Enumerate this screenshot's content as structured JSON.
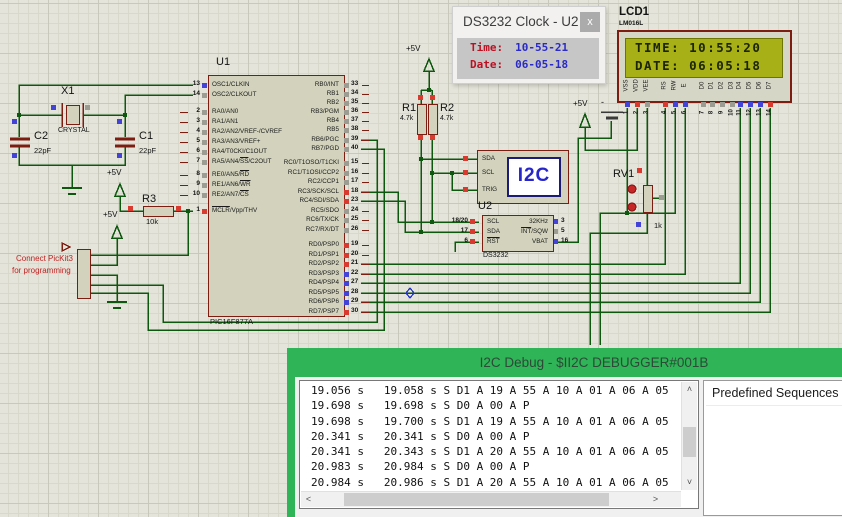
{
  "colors": {
    "wire_green": "#0e570e",
    "component_maroon": "#7d1d12",
    "state_red": "#d83a30",
    "state_blue": "#4343d8",
    "state_gray": "#9c9c93",
    "lcd_screen_green": "#a7b117",
    "debug_titlebar_green": "#2fb457",
    "popup_body_gray": "#c6c6c6"
  },
  "schematic": {
    "power_label": "+5V",
    "battery_minus": "-",
    "note": {
      "line1": "Connect PicKit3",
      "line2": "for programming"
    },
    "u1": {
      "ref": "U1",
      "value": "PIC16F877A",
      "left_pins": [
        {
          "num": "13",
          "label": "OSC1/CLKIN",
          "state": "blue"
        },
        {
          "num": "14",
          "label": "OSC2/CLKOUT",
          "state": "gray"
        },
        {
          "num": "2",
          "label": "RA0/AN0",
          "state": "gray"
        },
        {
          "num": "3",
          "label": "RA1/AN1",
          "state": "gray"
        },
        {
          "num": "4",
          "label": "RA2/AN2/VREF-/CVREF",
          "state": "gray"
        },
        {
          "num": "5",
          "label": "RA3/AN3/VREF+",
          "state": "gray"
        },
        {
          "num": "6",
          "label": "RA4/T0CKI/C1OUT",
          "state": "gray"
        },
        {
          "num": "7",
          "label": "RA5/AN4/~SS/C2OUT",
          "state": "gray"
        },
        {
          "num": "8",
          "label": "RE0/AN5/~RD",
          "state": "gray"
        },
        {
          "num": "9",
          "label": "RE1/AN6/~WR",
          "state": "gray"
        },
        {
          "num": "10",
          "label": "RE2/AN7/~CS",
          "state": "gray"
        },
        {
          "num": "1",
          "label": "~MCLR/Vpp/THV",
          "state": "red"
        }
      ],
      "right_pins": [
        {
          "num": "33",
          "label": "RB0/INT",
          "state": "gray"
        },
        {
          "num": "34",
          "label": "RB1",
          "state": "gray"
        },
        {
          "num": "35",
          "label": "RB2",
          "state": "gray"
        },
        {
          "num": "36",
          "label": "RB3/PGM",
          "state": "gray"
        },
        {
          "num": "37",
          "label": "RB4",
          "state": "gray"
        },
        {
          "num": "38",
          "label": "RB5",
          "state": "gray"
        },
        {
          "num": "39",
          "label": "RB6/PGC",
          "state": "gray"
        },
        {
          "num": "40",
          "label": "RB7/PGD",
          "state": "gray"
        },
        {
          "num": "15",
          "label": "RC0/T1OSO/T1CKI",
          "state": "gray"
        },
        {
          "num": "16",
          "label": "RC1/T1OSI/CCP2",
          "state": "gray"
        },
        {
          "num": "17",
          "label": "RC2/CCP1",
          "state": "gray"
        },
        {
          "num": "18",
          "label": "RC3/SCK/SCL",
          "state": "red"
        },
        {
          "num": "23",
          "label": "RC4/SDI/SDA",
          "state": "red"
        },
        {
          "num": "24",
          "label": "RC5/SDO",
          "state": "gray"
        },
        {
          "num": "25",
          "label": "RC6/TX/CK",
          "state": "gray"
        },
        {
          "num": "26",
          "label": "RC7/RX/DT",
          "state": "gray"
        },
        {
          "num": "19",
          "label": "RD0/PSP0",
          "state": "red"
        },
        {
          "num": "20",
          "label": "RD1/PSP1",
          "state": "red"
        },
        {
          "num": "21",
          "label": "RD2/PSP2",
          "state": "red"
        },
        {
          "num": "22",
          "label": "RD3/PSP3",
          "state": "blue"
        },
        {
          "num": "27",
          "label": "RD4/PSP4",
          "state": "blue"
        },
        {
          "num": "28",
          "label": "RD5/PSP5",
          "state": "blue"
        },
        {
          "num": "29",
          "label": "RD6/PSP6",
          "state": "blue"
        },
        {
          "num": "30",
          "label": "RD7/PSP7",
          "state": "red"
        }
      ]
    },
    "x1": {
      "ref": "X1",
      "value": "CRYSTAL"
    },
    "c2": {
      "ref": "C2",
      "value": "22pF"
    },
    "c1": {
      "ref": "C1",
      "value": "22pF"
    },
    "r3": {
      "ref": "R3",
      "value": "10k"
    },
    "r1": {
      "ref": "R1",
      "value": "4.7k"
    },
    "r2": {
      "ref": "R2",
      "value": "4.7k"
    },
    "rv1": {
      "ref": "RV1",
      "value": "1k"
    },
    "u2": {
      "ref": "U2",
      "value": "DS3232",
      "left_pins": [
        {
          "num": "18/20",
          "label": "SCL",
          "state": "red"
        },
        {
          "num": "17",
          "label": "SDA",
          "state": "red"
        },
        {
          "num": "6",
          "label": "~RST",
          "state": "red"
        }
      ],
      "right_pins": [
        {
          "num": "3",
          "label": "32KHz",
          "state": "blue"
        },
        {
          "num": "5",
          "label": "~INT/SQW",
          "state": "gray"
        },
        {
          "num": "16",
          "label": "VBAT",
          "state": "blue"
        }
      ]
    },
    "i2c_debugger": {
      "logo": "I2C",
      "pins": [
        "SDA",
        "SCL",
        "TRIG"
      ]
    },
    "lcd": {
      "ref": "LCD1",
      "value": "LM016L",
      "screen": [
        "TIME: 10:55:20",
        "DATE: 06:05:18"
      ],
      "pins": [
        {
          "num": "1",
          "label": "VSS",
          "state": "blue"
        },
        {
          "num": "2",
          "label": "VDD",
          "state": "red"
        },
        {
          "num": "3",
          "label": "VEE",
          "state": "gray"
        },
        {
          "num": "4",
          "label": "RS",
          "state": "red"
        },
        {
          "num": "5",
          "label": "RW",
          "state": "blue"
        },
        {
          "num": "6",
          "label": "E",
          "state": "blue"
        },
        {
          "num": "7",
          "label": "D0",
          "state": "gray"
        },
        {
          "num": "8",
          "label": "D1",
          "state": "gray"
        },
        {
          "num": "9",
          "label": "D2",
          "state": "gray"
        },
        {
          "num": "10",
          "label": "D3",
          "state": "gray"
        },
        {
          "num": "11",
          "label": "D4",
          "state": "blue"
        },
        {
          "num": "12",
          "label": "D5",
          "state": "blue"
        },
        {
          "num": "13",
          "label": "D6",
          "state": "blue"
        },
        {
          "num": "14",
          "label": "D7",
          "state": "red"
        }
      ]
    }
  },
  "clock_popup": {
    "title": "DS3232 Clock - U2",
    "close_label": "x",
    "rows": [
      {
        "label": "Time:",
        "value": "10-55-21"
      },
      {
        "label": "Date:",
        "value": "06-05-18"
      }
    ]
  },
  "debug_window": {
    "title": "I2C Debug - $II2C DEBUGGER#001B",
    "panel_title": "Predefined Sequences",
    "log_lines": [
      "19.056 s   19.058 s S D1 A 19 A 55 A 10 A 01 A 06 A 05",
      "19.698 s   19.698 s S D0 A 00 A P",
      "19.698 s   19.700 s S D1 A 19 A 55 A 10 A 01 A 06 A 05",
      "20.341 s   20.341 s S D0 A 00 A P",
      "20.341 s   20.343 s S D1 A 20 A 55 A 10 A 01 A 06 A 05",
      "20.983 s   20.984 s S D0 A 00 A P",
      "20.984 s   20.986 s S D1 A 20 A 55 A 10 A 01 A 06 A 05"
    ]
  }
}
